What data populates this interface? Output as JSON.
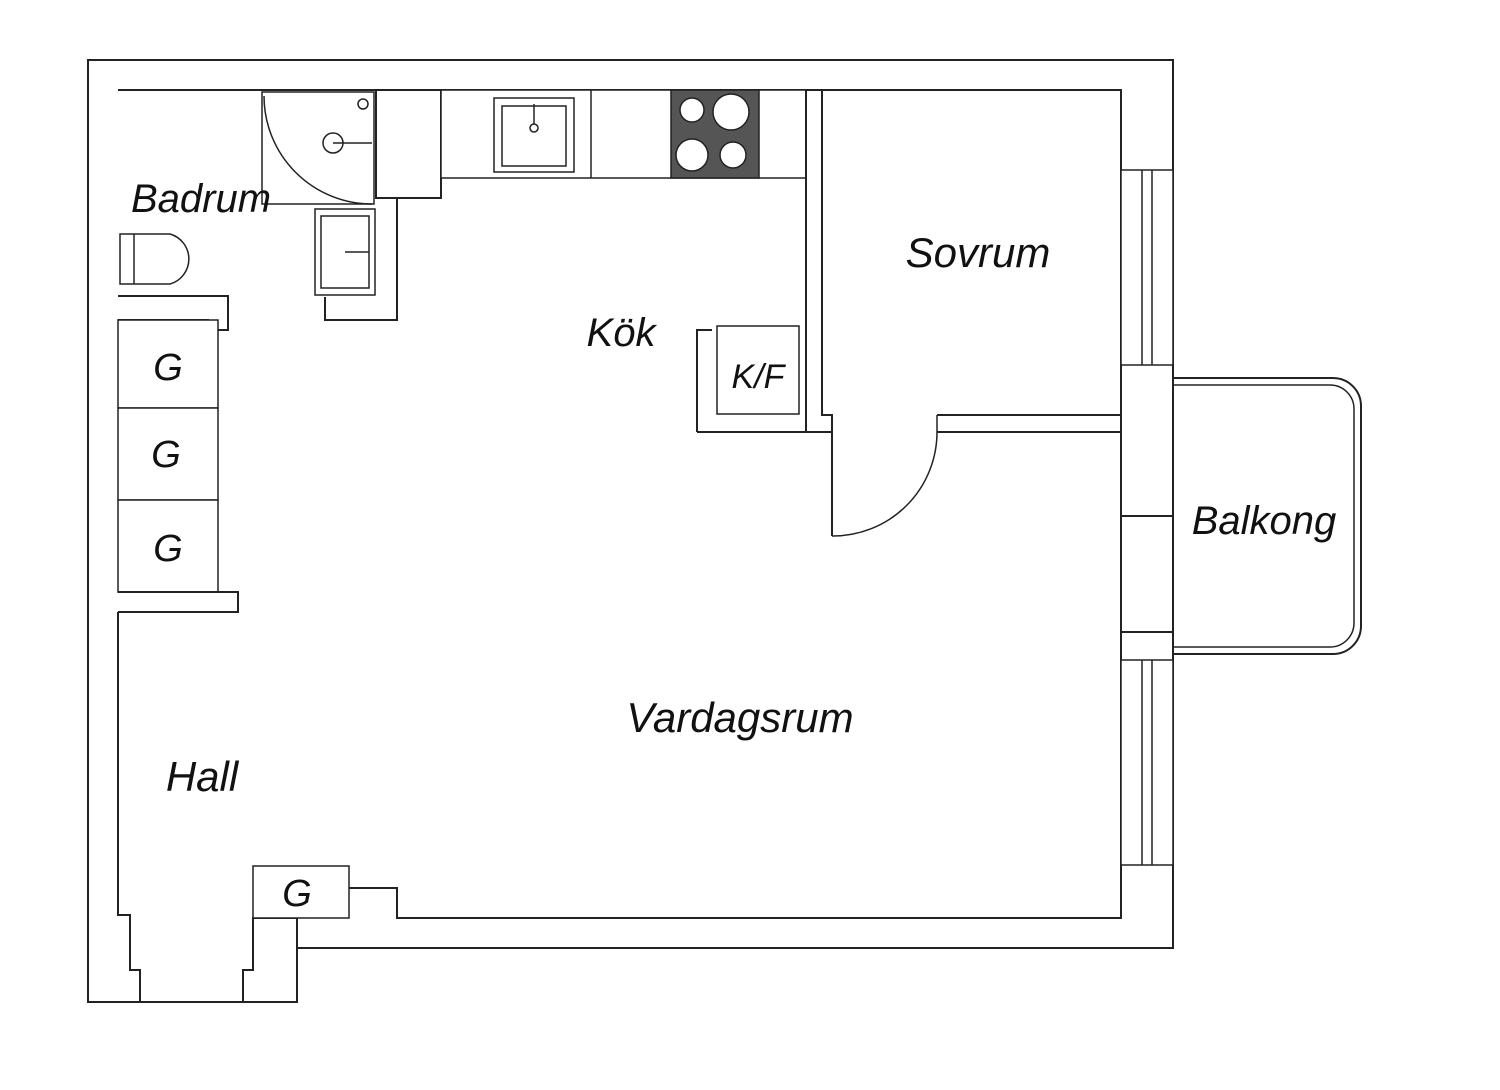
{
  "rooms": {
    "badrum": "Badrum",
    "kok": "Kök",
    "sovrum": "Sovrum",
    "balkong": "Balkong",
    "vardagsrum": "Vardagsrum",
    "hall": "Hall"
  },
  "fixtures": {
    "fridge_freezer": "K/F",
    "closet_1": "G",
    "closet_2": "G",
    "closet_3": "G",
    "closet_4": "G"
  },
  "colors": {
    "line": "#222222",
    "stove": "#555555",
    "background": "#ffffff"
  }
}
